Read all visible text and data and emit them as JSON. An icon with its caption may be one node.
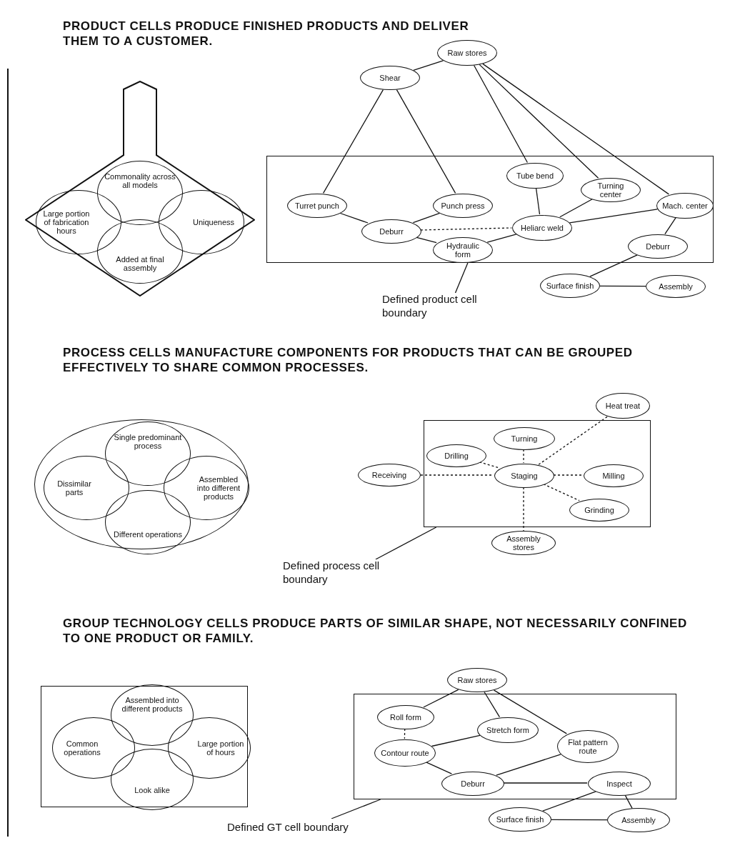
{
  "diagram": {
    "nodes": [
      {
        "text": [],
        "shape": "diamond"
      },
      {
        "text": [
          "Commonality across all models"
        ],
        "in": 0
      },
      {
        "text": [
          "Large portion of fabrication hours"
        ],
        "in": 0
      },
      {
        "text": [
          "Uniqueness"
        ],
        "in": 0
      },
      {
        "text": [
          "Added at final assembly"
        ],
        "in": 0
      },
      {
        "text": [
          "Raw stores"
        ]
      },
      {
        "text": [
          "Shear"
        ]
      },
      {
        "text": [],
        "shape": "box"
      },
      {
        "text": [
          "Turret punch"
        ],
        "in": 7
      },
      {
        "text": [
          "Punch press"
        ],
        "in": 7
      },
      {
        "text": [
          "Deburr"
        ],
        "in": 7
      },
      {
        "text": [
          "Hydraulic form"
        ],
        "in": 7
      },
      {
        "text": [
          "Tube bend"
        ],
        "in": 7
      },
      {
        "text": [
          "Heliarc weld"
        ],
        "in": 7
      },
      {
        "text": [
          "Turning center"
        ],
        "in": 7
      },
      {
        "text": [
          "Mach. center"
        ],
        "in": 7
      },
      {
        "text": [
          "Deburr"
        ],
        "in": 7
      },
      {
        "text": [
          "Surface finish"
        ]
      },
      {
        "text": [
          "Assembly"
        ]
      },
      {
        "text": [
          "Defined product cell boundary"
        ]
      },
      {
        "text": [],
        "shape": "circle"
      },
      {
        "text": [
          "Single predominant process"
        ],
        "in": 20
      },
      {
        "text": [
          "Dissimilar parts"
        ],
        "in": 20
      },
      {
        "text": [
          "Assembled into different products"
        ],
        "in": 20
      },
      {
        "text": [
          "Different operations"
        ],
        "in": 20
      },
      {
        "text": [
          "Heat treat"
        ]
      },
      {
        "text": [],
        "shape": "box"
      },
      {
        "text": [
          "Turning"
        ],
        "in": 26
      },
      {
        "text": [
          "Drilling"
        ],
        "in": 26
      },
      {
        "text": [
          "Receiving"
        ]
      },
      {
        "text": [
          "Staging"
        ],
        "in": 26
      },
      {
        "text": [
          "Milling"
        ],
        "in": 26
      },
      {
        "text": [
          "Grinding"
        ],
        "in": 26
      },
      {
        "text": [
          "Assembly stores"
        ]
      },
      {
        "text": [
          "Defined process cell boundary"
        ]
      },
      {
        "text": [],
        "shape": "box"
      },
      {
        "text": [
          "Assembled into different products"
        ],
        "in": 35
      },
      {
        "text": [
          "Common operations"
        ],
        "in": 35
      },
      {
        "text": [
          "Large portion of hours"
        ],
        "in": 35
      },
      {
        "text": [
          "Look alike"
        ],
        "in": 35
      },
      {
        "text": [
          "Raw stores"
        ]
      },
      {
        "text": [],
        "shape": "box"
      },
      {
        "text": [
          "Roll form"
        ],
        "in": 41
      },
      {
        "text": [
          "Stretch form"
        ],
        "in": 41
      },
      {
        "text": [
          "Contour route"
        ],
        "in": 41
      },
      {
        "text": [
          "Flat pattern route"
        ],
        "in": 41
      },
      {
        "text": [
          "Deburr"
        ],
        "in": 41
      },
      {
        "text": [
          "Inspect"
        ],
        "in": 41
      },
      {
        "text": [
          "Surface finish"
        ]
      },
      {
        "text": [
          "Assembly"
        ]
      },
      {
        "text": [
          "Defined GT cell boundary"
        ]
      }
    ],
    "edges": [
      {
        "from": 5,
        "to": 6,
        "arrow": "none"
      },
      {
        "from": 6,
        "to": 8,
        "arrow": "none"
      },
      {
        "from": 6,
        "to": 9,
        "arrow": "none"
      },
      {
        "from": 5,
        "to": 12,
        "arrow": "none"
      },
      {
        "from": 5,
        "to": 14,
        "arrow": "none"
      },
      {
        "from": 5,
        "to": 15,
        "arrow": "none"
      },
      {
        "from": 8,
        "to": 10,
        "arrow": "none"
      },
      {
        "from": 9,
        "to": 10,
        "arrow": "none"
      },
      {
        "from": 10,
        "to": 13,
        "arrow": "none",
        "style": "dashed"
      },
      {
        "from": 10,
        "to": 11,
        "arrow": "none"
      },
      {
        "from": 11,
        "to": 13,
        "arrow": "none"
      },
      {
        "from": 12,
        "to": 13,
        "arrow": "none"
      },
      {
        "from": 14,
        "to": 13,
        "arrow": "none"
      },
      {
        "from": 13,
        "to": 15,
        "arrow": "none"
      },
      {
        "from": 15,
        "to": 16,
        "arrow": "none"
      },
      {
        "from": 16,
        "to": 17,
        "arrow": "none"
      },
      {
        "from": 17,
        "to": 18,
        "arrow": "none"
      },
      {
        "from": 19,
        "to": 7,
        "arrow": "none"
      },
      {
        "from": 29,
        "to": 30,
        "arrow": "none",
        "style": "dashed"
      },
      {
        "from": 28,
        "to": 30,
        "arrow": "none",
        "style": "dashed"
      },
      {
        "from": 27,
        "to": 30,
        "arrow": "none",
        "style": "dashed"
      },
      {
        "from": 30,
        "to": 25,
        "arrow": "none",
        "style": "dashed"
      },
      {
        "from": 30,
        "to": 31,
        "arrow": "none",
        "style": "dashed"
      },
      {
        "from": 30,
        "to": 32,
        "arrow": "none",
        "style": "dashed"
      },
      {
        "from": 30,
        "to": 33,
        "arrow": "none",
        "style": "dashed"
      },
      {
        "from": 34,
        "to": 26,
        "arrow": "none"
      },
      {
        "from": 40,
        "to": 42,
        "arrow": "none"
      },
      {
        "from": 40,
        "to": 43,
        "arrow": "none"
      },
      {
        "from": 40,
        "to": 45,
        "arrow": "none"
      },
      {
        "from": 42,
        "to": 44,
        "arrow": "none",
        "style": "dashed"
      },
      {
        "from": 44,
        "to": 43,
        "arrow": "none"
      },
      {
        "from": 44,
        "to": 46,
        "arrow": "none"
      },
      {
        "from": 46,
        "to": 45,
        "arrow": "none"
      },
      {
        "from": 46,
        "to": 47,
        "arrow": "none"
      },
      {
        "from": 47,
        "to": 48,
        "arrow": "none"
      },
      {
        "from": 47,
        "to": 49,
        "arrow": "none"
      },
      {
        "from": 48,
        "to": 49,
        "arrow": "none"
      },
      {
        "from": 50,
        "to": 41,
        "arrow": "none"
      }
    ],
    "labels": [
      "PRODUCT CELLS PRODUCE FINISHED PRODUCTS AND DELIVER THEM TO A CUSTOMER.",
      "PROCESS CELLS MANUFACTURE COMPONENTS FOR PRODUCTS THAT CAN BE GROUPED EFFECTIVELY TO SHARE COMMON PROCESSES.",
      "GROUP TECHNOLOGY CELLS PRODUCE PARTS OF SIMILAR SHAPE, NOT NECESSARILY CONFINED TO ONE PRODUCT OR FAMILY."
    ]
  }
}
